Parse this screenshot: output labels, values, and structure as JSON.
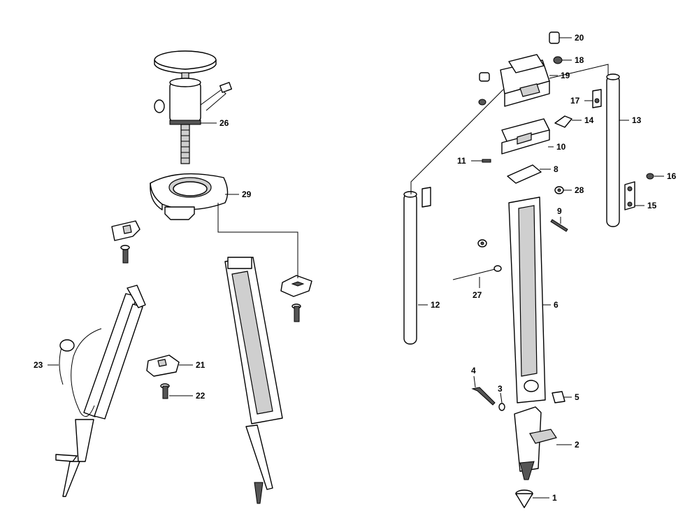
{
  "diagram": {
    "callouts": [
      {
        "id": "c1",
        "label": "1"
      },
      {
        "id": "c2",
        "label": "2"
      },
      {
        "id": "c3",
        "label": "3"
      },
      {
        "id": "c4",
        "label": "4"
      },
      {
        "id": "c5",
        "label": "5"
      },
      {
        "id": "c6",
        "label": "6"
      },
      {
        "id": "c8",
        "label": "8"
      },
      {
        "id": "c9",
        "label": "9"
      },
      {
        "id": "c10",
        "label": "10"
      },
      {
        "id": "c11",
        "label": "11"
      },
      {
        "id": "c12",
        "label": "12"
      },
      {
        "id": "c13",
        "label": "13"
      },
      {
        "id": "c14",
        "label": "14"
      },
      {
        "id": "c15",
        "label": "15"
      },
      {
        "id": "c16",
        "label": "16"
      },
      {
        "id": "c17",
        "label": "17"
      },
      {
        "id": "c18",
        "label": "18"
      },
      {
        "id": "c19",
        "label": "19"
      },
      {
        "id": "c20",
        "label": "20"
      },
      {
        "id": "c21",
        "label": "21"
      },
      {
        "id": "c22",
        "label": "22"
      },
      {
        "id": "c23",
        "label": "23"
      },
      {
        "id": "c26",
        "label": "26"
      },
      {
        "id": "c27",
        "label": "27"
      },
      {
        "id": "c28",
        "label": "28"
      },
      {
        "id": "c29",
        "label": "29"
      }
    ]
  }
}
